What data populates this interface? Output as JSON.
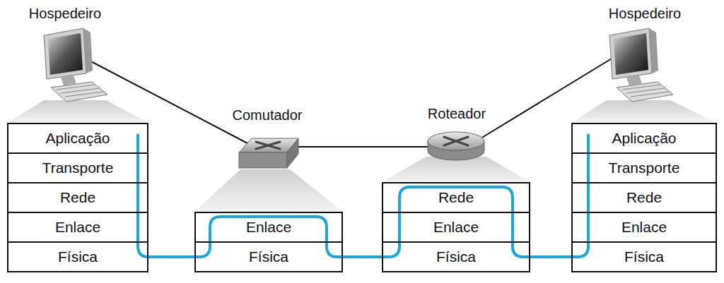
{
  "diagram": {
    "nodes": [
      {
        "text": [
          "Aplicação"
        ]
      },
      {
        "text": [
          "Transporte"
        ]
      },
      {
        "text": [
          "Rede"
        ]
      },
      {
        "text": [
          "Enlace"
        ]
      },
      {
        "text": [
          "Física"
        ]
      },
      {
        "text": [
          "Enlace"
        ]
      },
      {
        "text": [
          "Física"
        ]
      },
      {
        "text": [
          "Rede"
        ]
      },
      {
        "text": [
          "Enlace"
        ]
      },
      {
        "text": [
          "Física"
        ]
      },
      {
        "text": [
          "Aplicação"
        ]
      },
      {
        "text": [
          "Transporte"
        ]
      },
      {
        "text": [
          "Rede"
        ]
      },
      {
        "text": [
          "Enlace"
        ]
      },
      {
        "text": [
          "Física"
        ]
      }
    ],
    "edges": [
      {
        "from": 4,
        "to": 6,
        "arrow": "none"
      },
      {
        "from": 6,
        "to": 9,
        "arrow": "none"
      },
      {
        "from": 9,
        "to": 14,
        "arrow": "none"
      }
    ],
    "labels": [
      "Hospedeiro",
      "Comutador",
      "Roteador",
      "Hospedeiro"
    ]
  }
}
